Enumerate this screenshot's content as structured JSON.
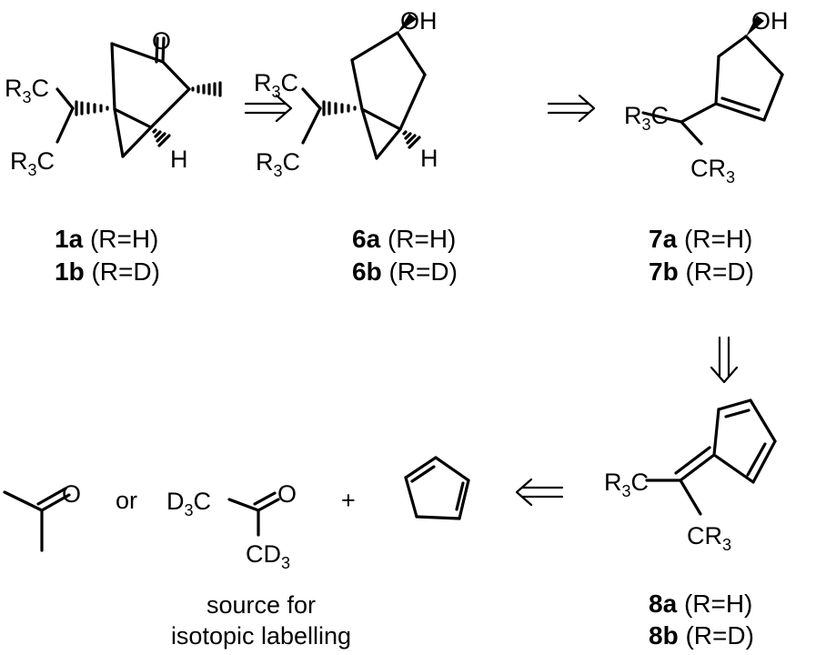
{
  "atoms": {
    "O": "O",
    "OH": "OH",
    "H": "H",
    "R": "R",
    "C": "C",
    "D": "D",
    "sub3": "3"
  },
  "labels": {
    "1a": {
      "id": "1a",
      "desc": "(R=H)"
    },
    "1b": {
      "id": "1b",
      "desc": "(R=D)"
    },
    "6a": {
      "id": "6a",
      "desc": "(R=H)"
    },
    "6b": {
      "id": "6b",
      "desc": "(R=D)"
    },
    "7a": {
      "id": "7a",
      "desc": "(R=H)"
    },
    "7b": {
      "id": "7b",
      "desc": "(R=D)"
    },
    "8a": {
      "id": "8a",
      "desc": "(R=H)"
    },
    "8b": {
      "id": "8b",
      "desc": "(R=D)"
    }
  },
  "text": {
    "or": "or",
    "plus": "+",
    "source_line1": "source for",
    "source_line2": "isotopic labelling"
  }
}
